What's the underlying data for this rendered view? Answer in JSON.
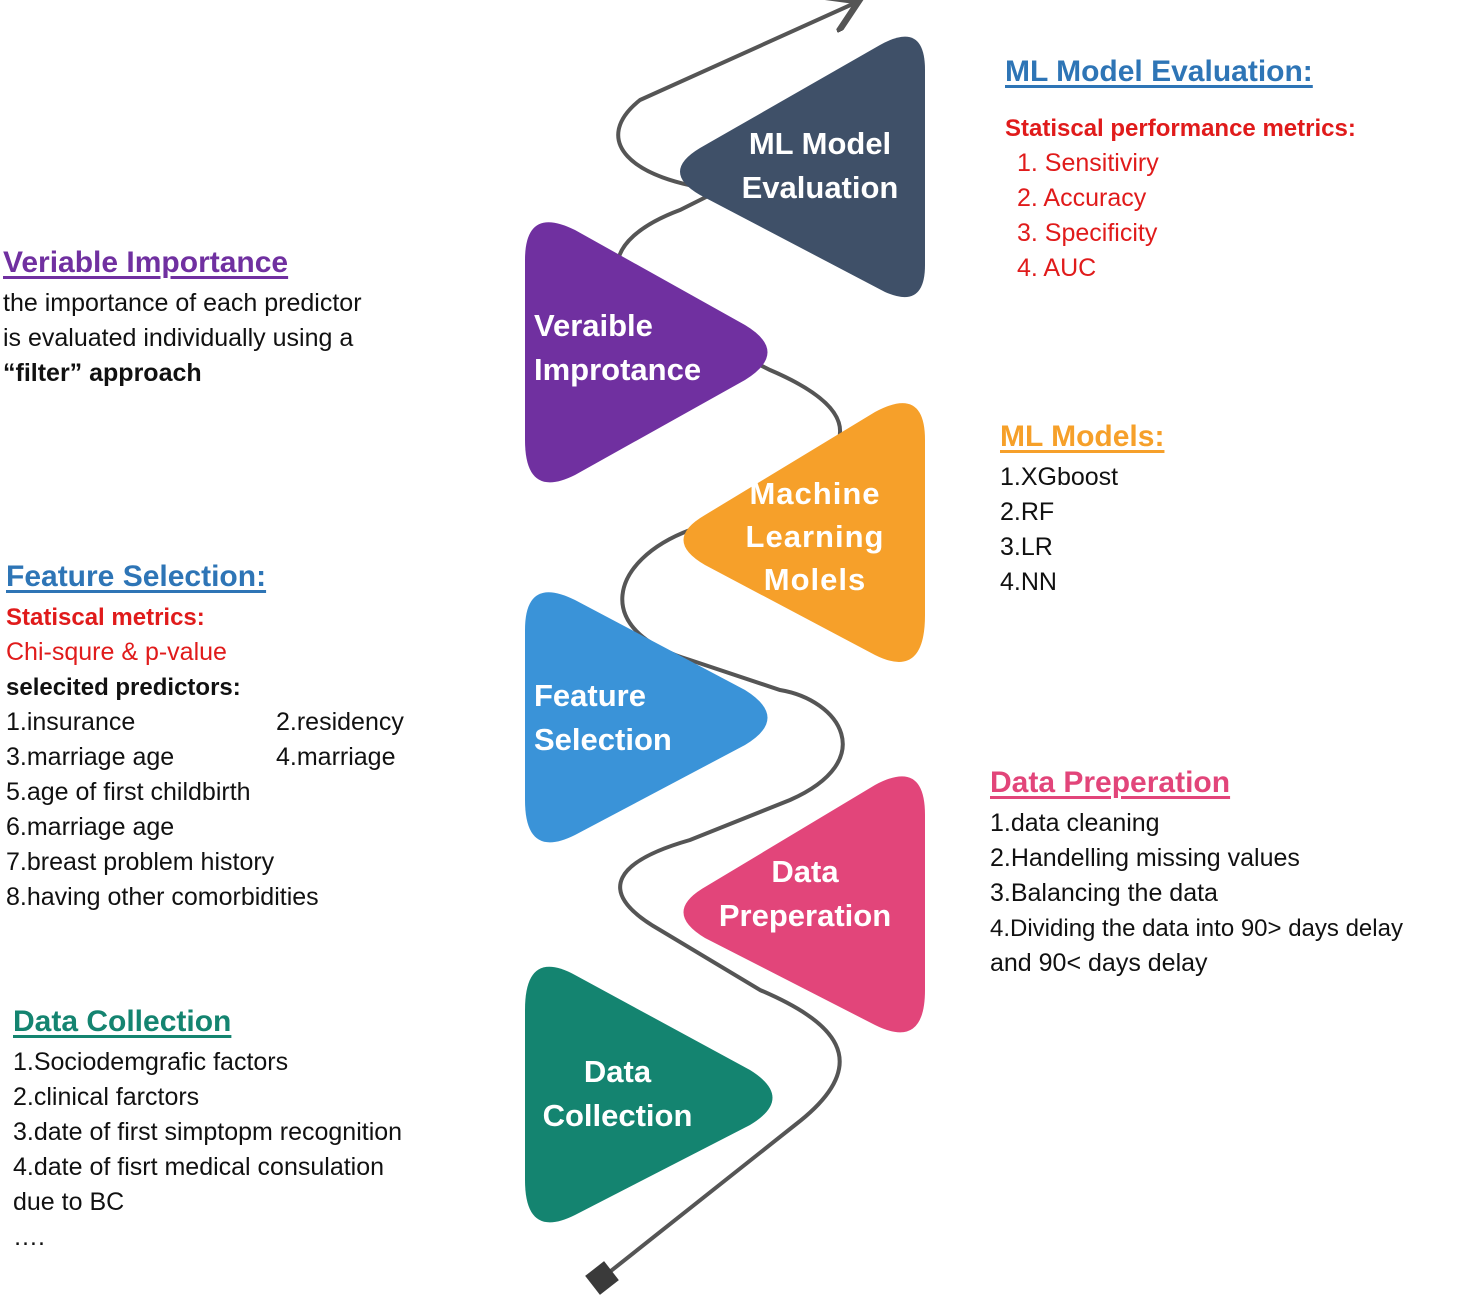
{
  "colors": {
    "dark_slate": "#3f5068",
    "purple": "#7030a0",
    "orange": "#f6a02a",
    "blue": "#3a93d8",
    "pink": "#e2457a",
    "teal": "#148470",
    "path": "#555555",
    "metric_red": "#e01b1b",
    "title_blue": "#2e75b6",
    "title_purple": "#7030a0",
    "title_orange": "#f6a02a",
    "title_pink": "#e2457a",
    "title_teal": "#148470"
  },
  "stages": [
    {
      "id": "ml-model-evaluation",
      "label": "ML Model\nEvaluation",
      "color": "#3f5068"
    },
    {
      "id": "veraible-improtance",
      "label": "Veraible\nImprotance",
      "color": "#7030a0"
    },
    {
      "id": "machine-learning-molels",
      "label": "Machine\nLearning\nMolels",
      "color": "#f6a02a"
    },
    {
      "id": "feature-selection",
      "label": "Feature\nSelection",
      "color": "#3a93d8"
    },
    {
      "id": "data-preperation",
      "label": "Data\nPreperation",
      "color": "#e2457a"
    },
    {
      "id": "data-collection",
      "label": "Data\nCollection",
      "color": "#148470"
    }
  ],
  "panels": {
    "ml_evaluation": {
      "title": "ML Model Evaluation:",
      "subtitle": "Statiscal performance metrics:",
      "items": [
        "1. Sensitiviry",
        "2. Accuracy",
        "3. Specificity",
        "4. AUC"
      ]
    },
    "variable_importance": {
      "title": "Veriable Importance",
      "line1": "the importance of each predictor",
      "line2": "is evaluated individually using a",
      "line3": "“filter” approach"
    },
    "ml_models": {
      "title": "ML Models:",
      "items": [
        "1.XGboost",
        "2.RF",
        "3.LR",
        "4.NN"
      ]
    },
    "feature_selection": {
      "title": "Feature Selection:",
      "metrics_label": "Statiscal metrics:",
      "metrics_value": "Chi-squre  &  p-value",
      "predictors_label": "selecited predictors:",
      "row1": [
        "1.insurance",
        "2.residency"
      ],
      "row2": [
        "3.marriage age",
        "4.marriage"
      ],
      "items": [
        "5.age of first childbirth",
        "6.marriage age",
        "7.breast problem history",
        "8.having other comorbidities"
      ]
    },
    "data_preperation": {
      "title": "Data Preperation",
      "items": [
        "1.data cleaning",
        "2.Handelling missing values",
        "3.Balancing the data",
        "4.Dividing the data into 90> days delay",
        "and 90< days delay"
      ]
    },
    "data_collection": {
      "title": "Data Collection",
      "items": [
        "1.Sociodemgrafic factors",
        "2.clinical farctors",
        "3.date of first simptopm recognition",
        "4.date of fisrt medical consulation",
        "due to BC",
        "…."
      ]
    }
  }
}
